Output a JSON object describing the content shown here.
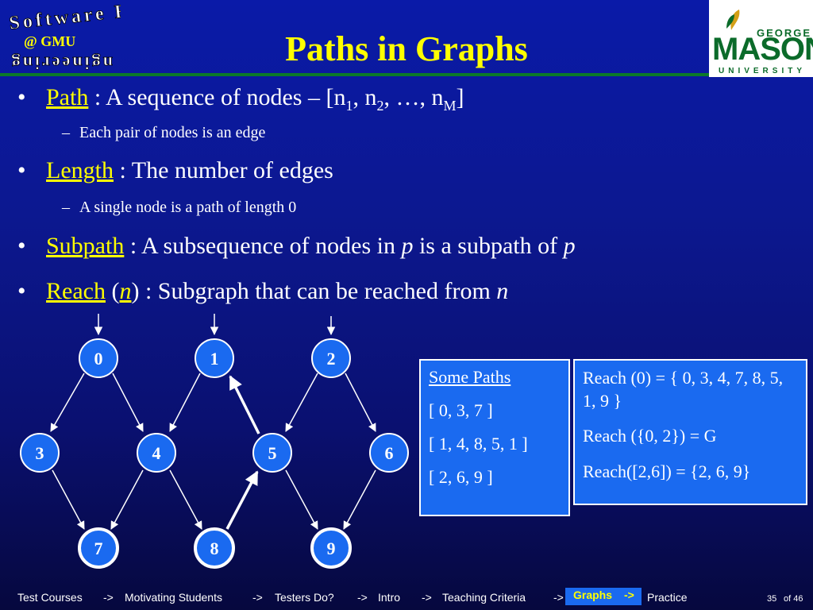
{
  "logo": {
    "text_top": "Software E",
    "text_mid": "@ GMU",
    "text_bottom": "ngineering"
  },
  "title": "Paths in Graphs",
  "university": {
    "line1": "GEORGE",
    "line2": "MASON",
    "line3": "UNIVERSITY"
  },
  "bullets": [
    {
      "bullet": "•",
      "term": "Path",
      "text": " : A sequence of nodes – [n",
      "s1": "1",
      "t2": ", n",
      "s2": "2",
      "t3": ", …, n",
      "s3": "M",
      "t4": "]"
    },
    {
      "dash": "–",
      "text": "Each pair of nodes is an edge"
    },
    {
      "bullet": "•",
      "term": "Length",
      "text": " : The number of edges"
    },
    {
      "dash": "–",
      "text": "A single node is a path of length 0"
    },
    {
      "bullet": "•",
      "term": "Subpath",
      "text": " : A subsequence of nodes in ",
      "it1": "p",
      "t2": " is a subpath of ",
      "it2": "p"
    },
    {
      "bullet": "•",
      "term": "Reach",
      "t1": " (",
      "it1": "n",
      "t2": ") : Subgraph that can be reached from ",
      "it2": "n"
    }
  ],
  "graph": {
    "nodes": [
      "0",
      "1",
      "2",
      "3",
      "4",
      "5",
      "6",
      "7",
      "8",
      "9"
    ],
    "entry_nodes": [
      "0",
      "1",
      "2"
    ]
  },
  "some_paths": {
    "heading": "Some Paths",
    "items": [
      "[ 0, 3, 7 ]",
      "[ 1, 4, 8, 5, 1 ]",
      "[ 2, 6, 9 ]"
    ]
  },
  "reach": {
    "items": [
      "Reach (0) = { 0, 3, 4, 7, 8, 5, 1, 9 }",
      "Reach ({0, 2}) = G",
      "Reach([2,6]) = {2, 6, 9}"
    ]
  },
  "footer": {
    "items": [
      "Test Courses",
      "->",
      "Motivating Students",
      "->",
      "Testers Do?",
      "->",
      "Intro",
      "->",
      "Teaching Criteria",
      "->",
      "Graphs",
      "->",
      "Practice"
    ],
    "page": "35",
    "of": "of 46"
  },
  "colors": {
    "title": "#ffff00",
    "term": "#ffff00",
    "box": "#1a6af0",
    "node": "#1a6af0",
    "gmu_green": "#0b6b2a"
  }
}
